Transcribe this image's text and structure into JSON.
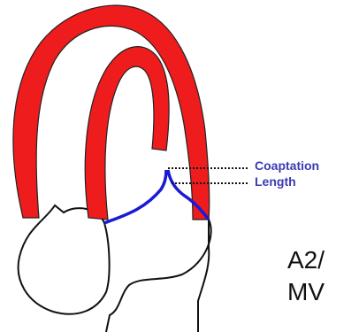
{
  "annotation": {
    "line1": "Coaptation",
    "line2": "Length",
    "color": "#3b3bb3"
  },
  "caption": {
    "line1": "A2/",
    "line2": "MV"
  },
  "colors": {
    "papillary_muscle": "#ee1c1c",
    "leaflet": "#1a1ad6",
    "outline": "#111111"
  }
}
